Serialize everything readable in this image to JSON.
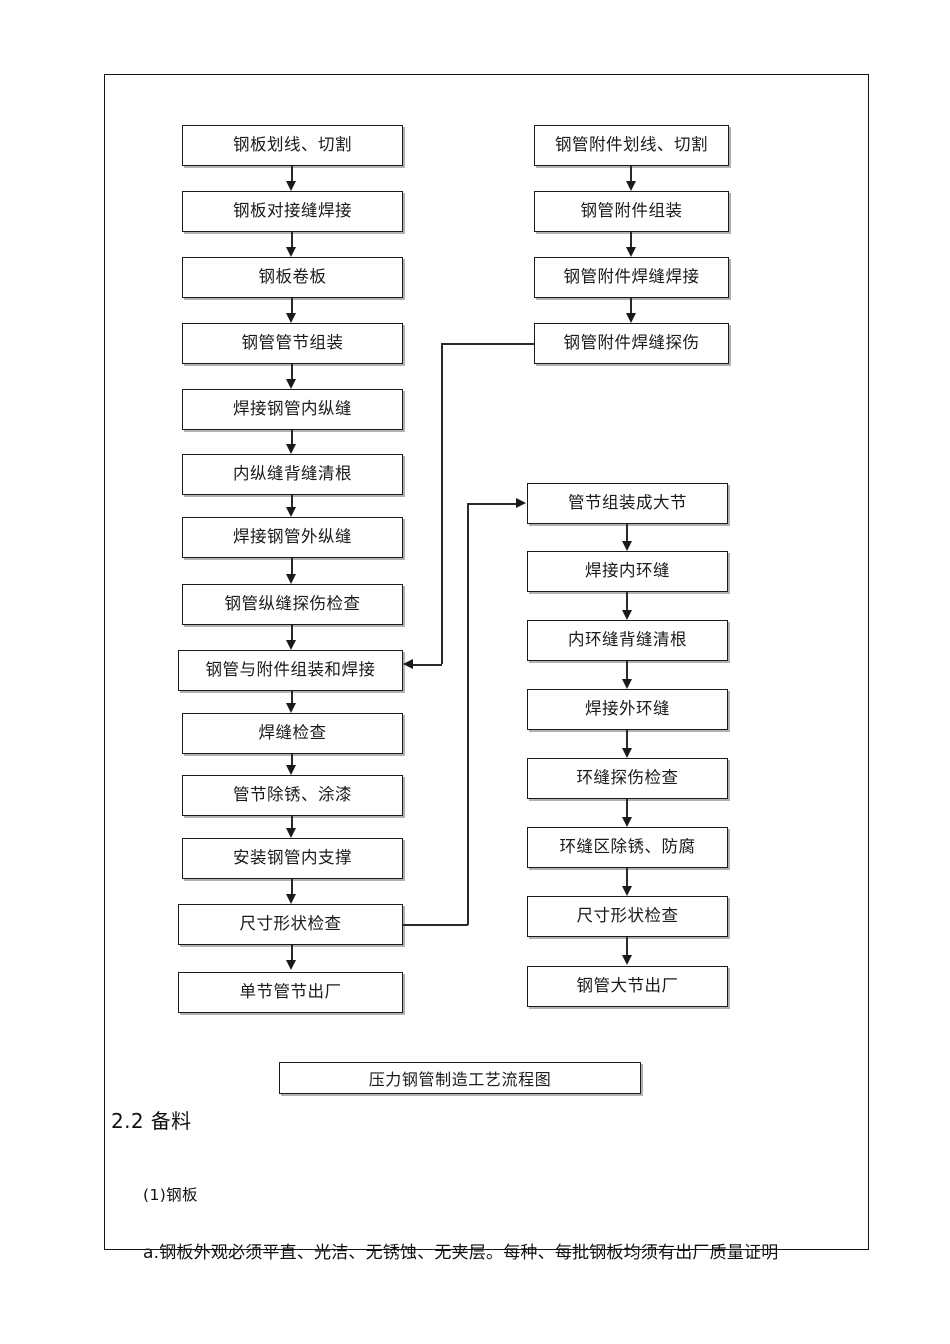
{
  "document": {
    "figure_caption": "压力钢管制造工艺流程图",
    "heading": "2.2 备料",
    "list_item": "(1)钢板",
    "paragraph": "a.钢板外观必须平直、光洁、无锈蚀、无夹层。每种、每批钢板均须有出厂质量证明"
  },
  "flowchart": {
    "type": "process-flow-diagram",
    "left_column": [
      {
        "id": "l1",
        "label": "钢板划线、切割"
      },
      {
        "id": "l2",
        "label": "钢板对接缝焊接"
      },
      {
        "id": "l3",
        "label": "钢板卷板"
      },
      {
        "id": "l4",
        "label": "钢管管节组装"
      },
      {
        "id": "l5",
        "label": "焊接钢管内纵缝"
      },
      {
        "id": "l6",
        "label": "内纵缝背缝清根"
      },
      {
        "id": "l7",
        "label": "焊接钢管外纵缝"
      },
      {
        "id": "l8",
        "label": "钢管纵缝探伤检查"
      },
      {
        "id": "l9",
        "label": "钢管与附件组装和焊接"
      },
      {
        "id": "l10",
        "label": "焊缝检查"
      },
      {
        "id": "l11",
        "label": "管节除锈、涂漆"
      },
      {
        "id": "l12",
        "label": "安装钢管内支撑"
      },
      {
        "id": "l13",
        "label": "尺寸形状检查"
      },
      {
        "id": "l14",
        "label": "单节管节出厂"
      }
    ],
    "right_top_column": [
      {
        "id": "r1",
        "label": "钢管附件划线、切割"
      },
      {
        "id": "r2",
        "label": "钢管附件组装"
      },
      {
        "id": "r3",
        "label": "钢管附件焊缝焊接"
      },
      {
        "id": "r4",
        "label": "钢管附件焊缝探伤"
      }
    ],
    "right_bottom_column": [
      {
        "id": "b1",
        "label": "管节组装成大节"
      },
      {
        "id": "b2",
        "label": "焊接内环缝"
      },
      {
        "id": "b3",
        "label": "内环缝背缝清根"
      },
      {
        "id": "b4",
        "label": "焊接外环缝"
      },
      {
        "id": "b5",
        "label": "环缝探伤检查"
      },
      {
        "id": "b6",
        "label": "环缝区除锈、防腐"
      },
      {
        "id": "b7",
        "label": "尺寸形状检查"
      },
      {
        "id": "b8",
        "label": "钢管大节出厂"
      }
    ],
    "cross_links": [
      {
        "from": "r4",
        "to": "l9",
        "direction": "left"
      },
      {
        "from": "l13",
        "to": "b1",
        "direction": "right"
      }
    ]
  },
  "colors": {
    "line": "#2a2a2a",
    "border": "#1a1a1a",
    "text": "#111111",
    "background": "#ffffff"
  }
}
